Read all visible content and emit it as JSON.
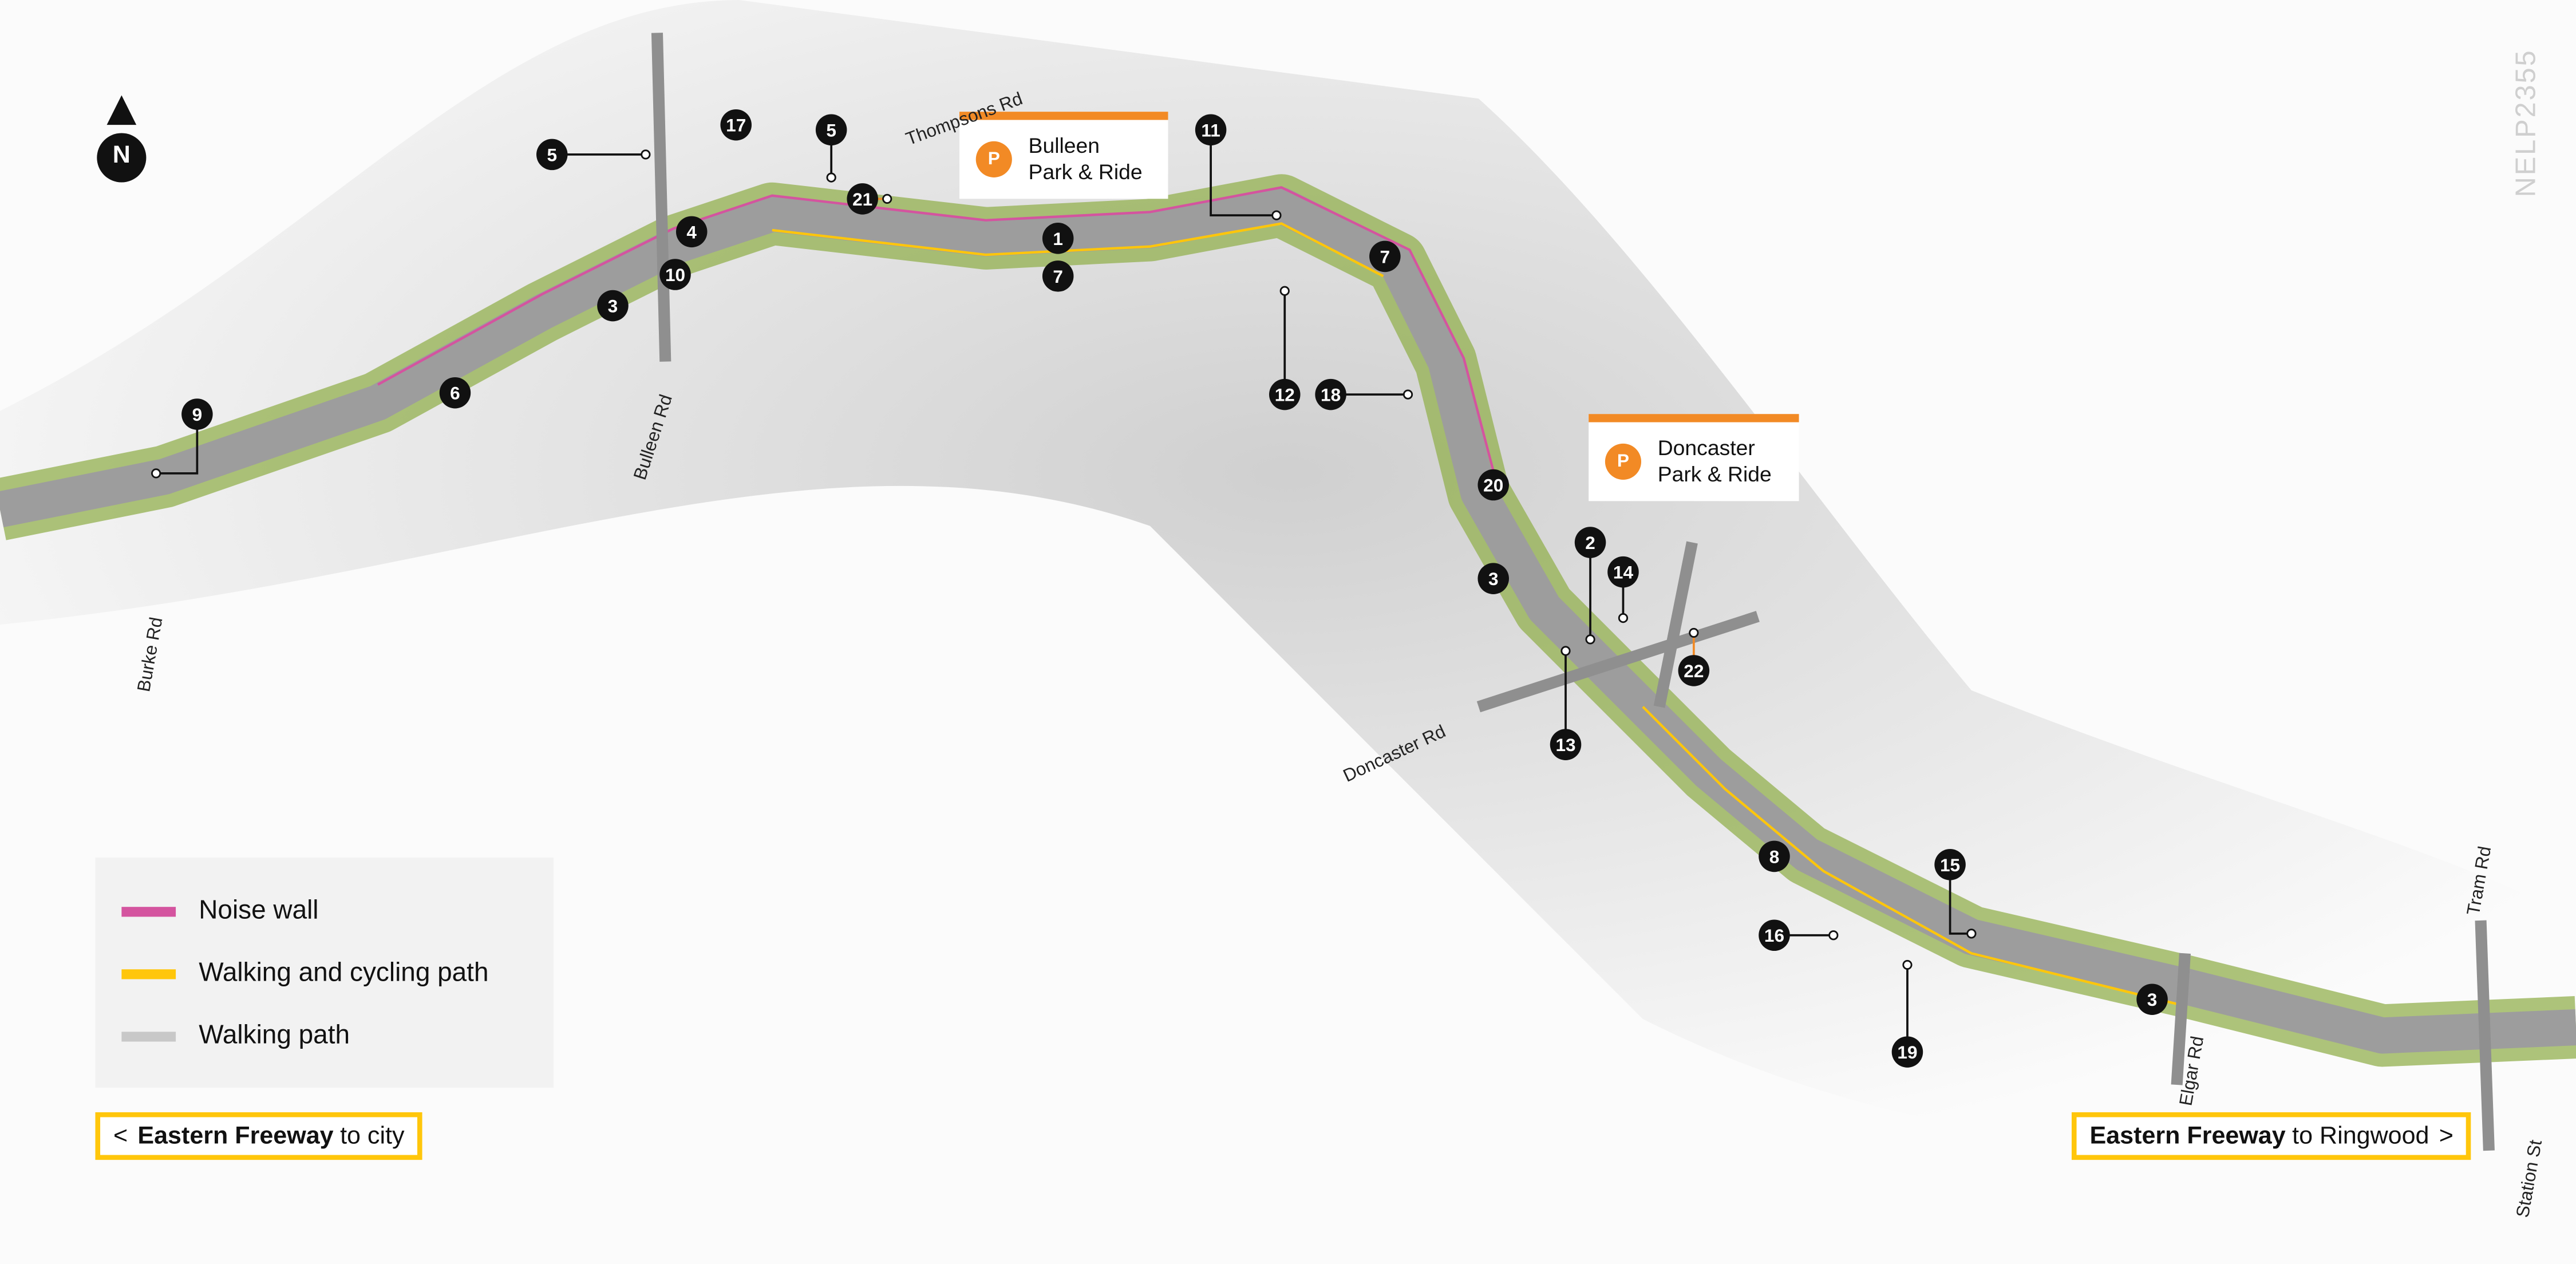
{
  "map_code": "NELP2355",
  "north_label": "N",
  "legend": [
    {
      "label": "Noise wall",
      "color": "#d4549f"
    },
    {
      "label": "Walking and cycling path",
      "color": "#ffc60b"
    },
    {
      "label": "Walking path",
      "color": "#c8c8c8"
    }
  ],
  "direction_left": {
    "arrow": "<",
    "bold": "Eastern Freeway",
    "rest": "to city"
  },
  "direction_right": {
    "bold": "Eastern Freeway",
    "rest": "to Ringwood",
    "arrow": ">"
  },
  "park_and_ride": [
    {
      "line1": "Bulleen",
      "line2": "Park & Ride",
      "icon": "bus-park-icon"
    },
    {
      "line1": "Doncaster",
      "line2": "Park & Ride",
      "icon": "bus-park-icon"
    }
  ],
  "roads": [
    "Thompsons Rd",
    "Bulleen Rd",
    "Burke Rd",
    "Doncaster Rd",
    "Elgar Rd",
    "Tram Rd",
    "Station St"
  ],
  "markers": [
    "5",
    "17",
    "5",
    "21",
    "4",
    "1",
    "10",
    "7",
    "3",
    "11",
    "7",
    "6",
    "12",
    "18",
    "9",
    "20",
    "2",
    "14",
    "3",
    "22",
    "13",
    "8",
    "15",
    "16",
    "19",
    "3"
  ],
  "colors": {
    "accent_orange": "#f28a25",
    "path_yellow": "#ffc60b",
    "noise_pink": "#d4549f",
    "marker": "#111111"
  }
}
